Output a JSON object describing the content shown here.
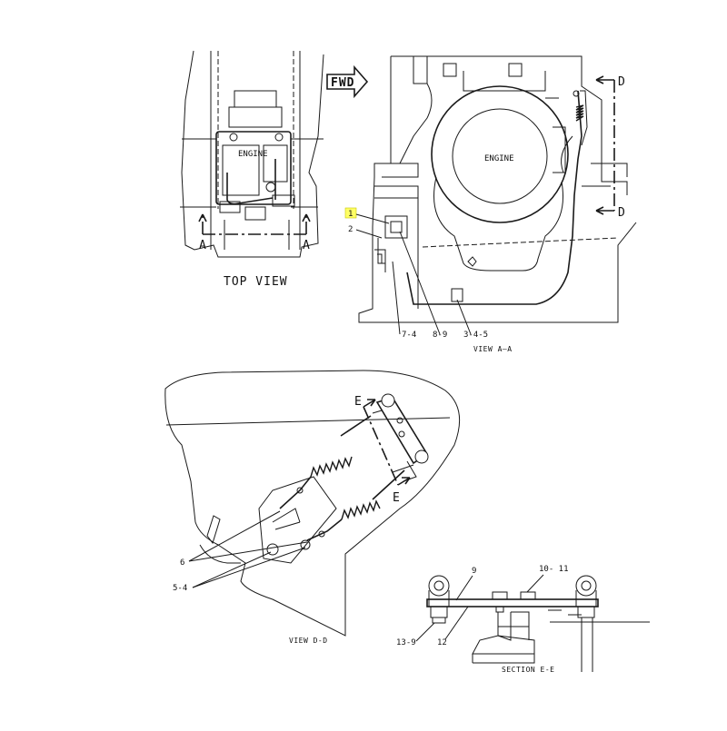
{
  "top_view": {
    "caption": "TOP VIEW",
    "engine_label": "ENGINE",
    "section_left": "A",
    "section_right": "A"
  },
  "view_aa": {
    "caption": "VIEW A–A",
    "engine_label": "ENGINE",
    "fwd_label": "FWD",
    "section_top": "D",
    "section_bottom": "D",
    "callouts": {
      "c1": "1",
      "c2": "2",
      "c74": "7-4",
      "c89": "8-9",
      "c345": "3-4-5"
    },
    "highlight_color": "#ffff66"
  },
  "view_dd": {
    "caption": "VIEW D-D",
    "section_top": "E",
    "section_bottom": "E",
    "callouts": {
      "c6": "6",
      "c54": "5-4"
    }
  },
  "section_ee": {
    "caption": "SECTION E-E",
    "callouts": {
      "c9": "9",
      "c1011": "10- 11",
      "c139": "13-9",
      "c12": "12"
    }
  }
}
